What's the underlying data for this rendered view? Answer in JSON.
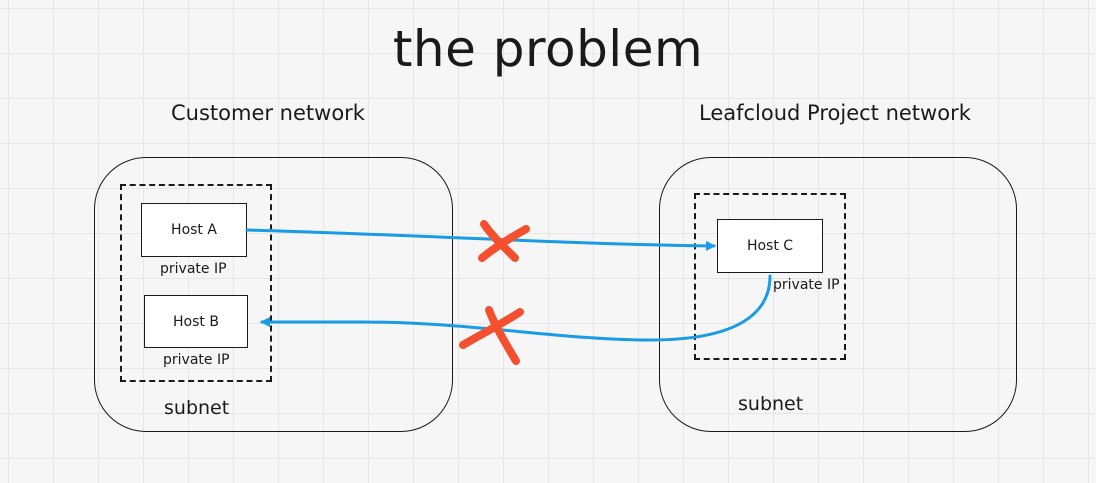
{
  "title": "the problem",
  "customer": {
    "label": "Customer network",
    "subnet_label": "subnet",
    "host_a": {
      "label": "Host A",
      "ip_label": "private IP"
    },
    "host_b": {
      "label": "Host B",
      "ip_label": "private IP"
    }
  },
  "leafcloud": {
    "label": "Leafcloud Project network",
    "subnet_label": "subnet",
    "host_c": {
      "label": "Host C",
      "ip_label": "private IP"
    }
  },
  "colors": {
    "connection": "#1a9be6",
    "blocked_mark": "#f4502f"
  }
}
